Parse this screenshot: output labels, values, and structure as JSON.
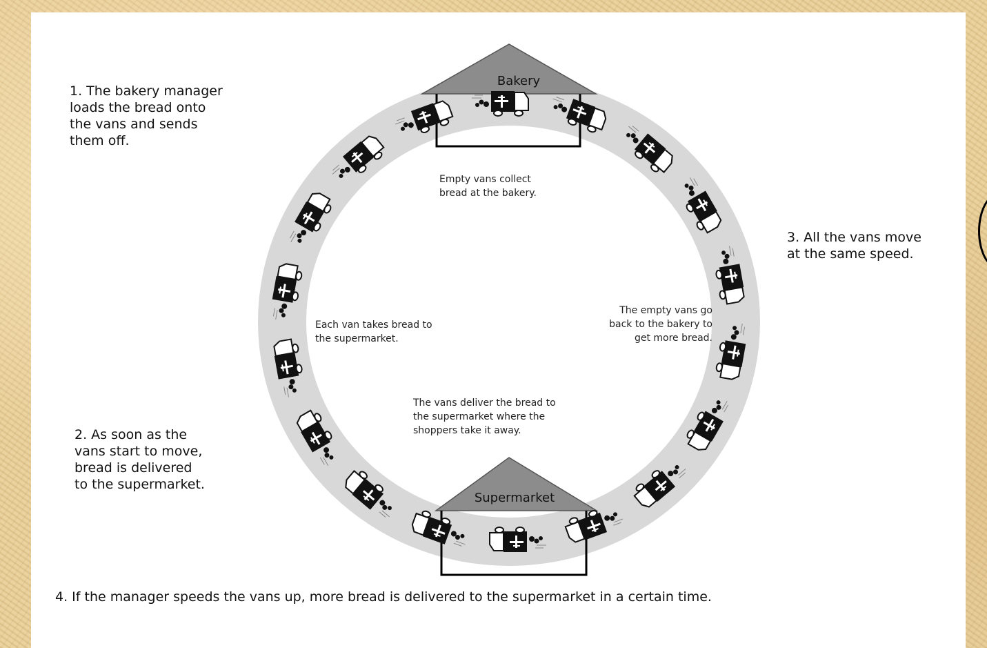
{
  "steps": {
    "step1": "1. The bakery manager\nloads the bread onto\nthe vans and sends\nthem off.",
    "step2": "2. As soon as the\nvans start to move,\nbread is delivered\nto the supermarket.",
    "step3": "3. All the vans move\nat the same speed.",
    "step4": "4. If the manager speeds the vans up, more bread is delivered to the supermarket in a certain time."
  },
  "notes": {
    "collect": "Empty vans collect\nbread at the bakery.",
    "takes": "Each van takes bread to\nthe supermarket.",
    "return": "The empty vans go\nback to the bakery to\nget more bread.",
    "deliver": "The vans deliver the bread to\nthe supermarket where the\nshoppers take it away."
  },
  "buildings": {
    "bakery": "Bakery",
    "supermarket": "Supermarket"
  },
  "colors": {
    "track": "#d8d8d8",
    "roof": "#8c8c8c",
    "van": "#111111"
  }
}
